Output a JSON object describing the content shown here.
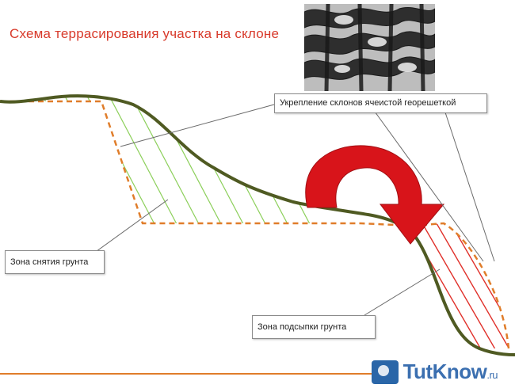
{
  "diagram": {
    "title": "Схема террасирования участка на склоне",
    "labels": {
      "geogrid": "Укрепление склонов ячеистой георешеткой",
      "soil_removal": "Зона снятия грунта",
      "soil_fill": "Зона подсыпки грунта"
    },
    "colors": {
      "title": "#d83a2b",
      "terrain": "#4f5a22",
      "dashed_profile": "#e07d2a",
      "removal_hatch": "#8ccf5a",
      "fill_hatch": "#e0302a",
      "arrow": "#d8141a",
      "baseline": "#e07d2a"
    }
  },
  "watermark": {
    "brand_main": "Tut",
    "brand_accent": "Know",
    "tld": ".ru"
  }
}
